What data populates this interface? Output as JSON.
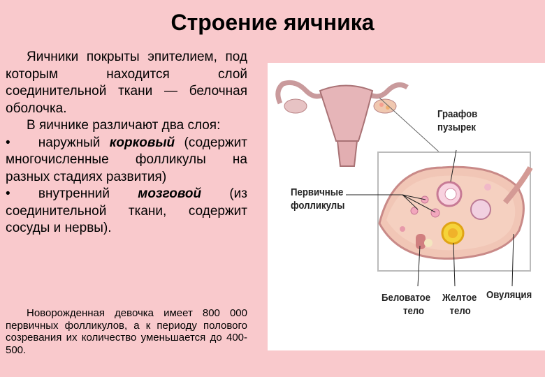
{
  "slide": {
    "title": "Строение яичника",
    "para1": "Яичники покрыты эпителием, под которым находится слой соединительной ткани — белочная оболочка.",
    "para2": "В яичнике различают два слоя:",
    "bullet1_prefix": "•   наружный ",
    "bullet1_term": "корковый",
    "bullet1_rest": " (содержит многочисленные фолликулы на разных стадиях развития)",
    "bullet2_prefix": "• внутренний ",
    "bullet2_term": "мозговой",
    "bullet2_rest": " (из соединительной ткани, содержит сосуды и нервы).",
    "note": "Новорожденная девочка имеет 800 000 первичных фолликулов, а к периоду полового созревания их количество уменьшается до 400-500."
  },
  "figure": {
    "label_graaf_1": "Граафов",
    "label_graaf_2": "пузырек",
    "label_primary_1": "Первичные",
    "label_primary_2": "фолликулы",
    "label_white_1": "Беловатое",
    "label_white_2": "тело",
    "label_yellow_1": "Желтое",
    "label_yellow_2": "тело",
    "label_ovulation": "Овуляция"
  }
}
